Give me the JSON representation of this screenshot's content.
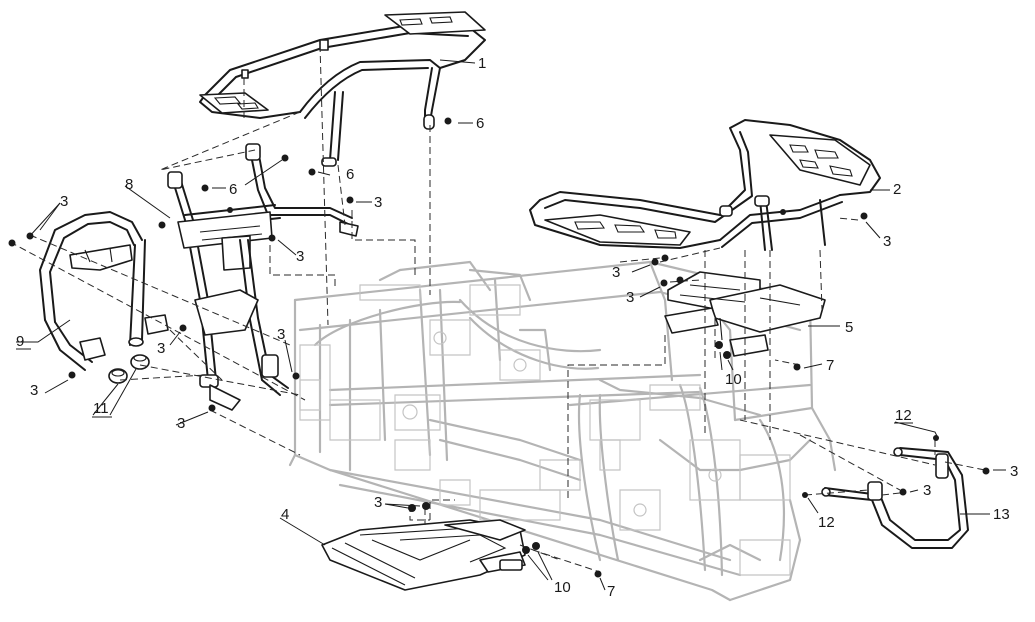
{
  "callouts": [
    {
      "id": "c-1a",
      "text": "1"
    },
    {
      "id": "c-2a",
      "text": "2"
    },
    {
      "id": "c-3a",
      "text": "3"
    },
    {
      "id": "c-3b",
      "text": "3"
    },
    {
      "id": "c-3c",
      "text": "3"
    },
    {
      "id": "c-3d",
      "text": "3"
    },
    {
      "id": "c-3e",
      "text": "3"
    },
    {
      "id": "c-3f",
      "text": "3"
    },
    {
      "id": "c-3g",
      "text": "3"
    },
    {
      "id": "c-3h",
      "text": "3"
    },
    {
      "id": "c-3i",
      "text": "3"
    },
    {
      "id": "c-3j",
      "text": "3"
    },
    {
      "id": "c-3k",
      "text": "3"
    },
    {
      "id": "c-3l",
      "text": "3"
    },
    {
      "id": "c-3m",
      "text": "3"
    },
    {
      "id": "c-4a",
      "text": "4"
    },
    {
      "id": "c-5a",
      "text": "5"
    },
    {
      "id": "c-6a",
      "text": "6"
    },
    {
      "id": "c-6b",
      "text": "6"
    },
    {
      "id": "c-6c",
      "text": "6"
    },
    {
      "id": "c-7a",
      "text": "7"
    },
    {
      "id": "c-7b",
      "text": "7"
    },
    {
      "id": "c-8a",
      "text": "8"
    },
    {
      "id": "c-9a",
      "text": "9"
    },
    {
      "id": "c-10a",
      "text": "10"
    },
    {
      "id": "c-10b",
      "text": "10"
    },
    {
      "id": "c-11a",
      "text": "11"
    },
    {
      "id": "c-12a",
      "text": "12"
    },
    {
      "id": "c-12b",
      "text": "12"
    },
    {
      "id": "c-13a",
      "text": "13"
    }
  ]
}
